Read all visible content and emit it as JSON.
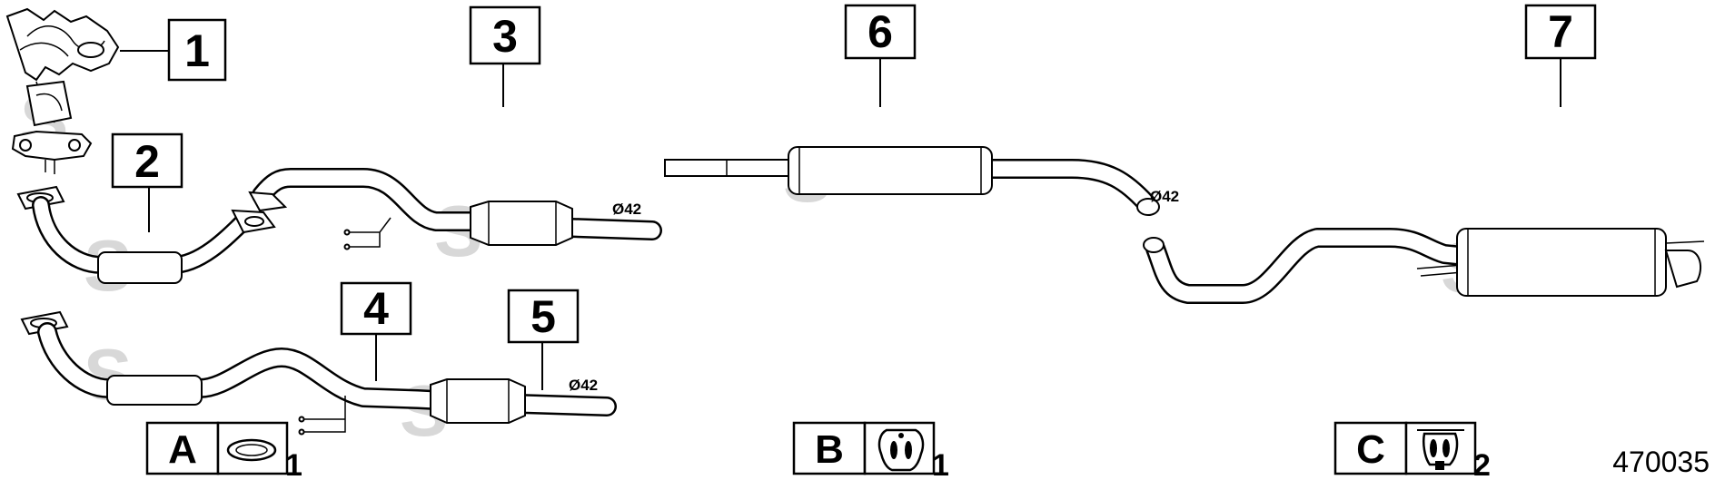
{
  "callouts": {
    "c1": "1",
    "c2": "2",
    "c3": "3",
    "c4": "4",
    "c5": "5",
    "c6": "6",
    "c7": "7"
  },
  "diameters": {
    "d3": "Ø42",
    "d5": "Ø42",
    "d6": "Ø42"
  },
  "legend": {
    "a": {
      "letter": "A",
      "qty": "1"
    },
    "b": {
      "letter": "B",
      "qty": "1"
    },
    "c": {
      "letter": "C",
      "qty": "2"
    }
  },
  "reference_number": "470035",
  "watermark_glyph": "S"
}
